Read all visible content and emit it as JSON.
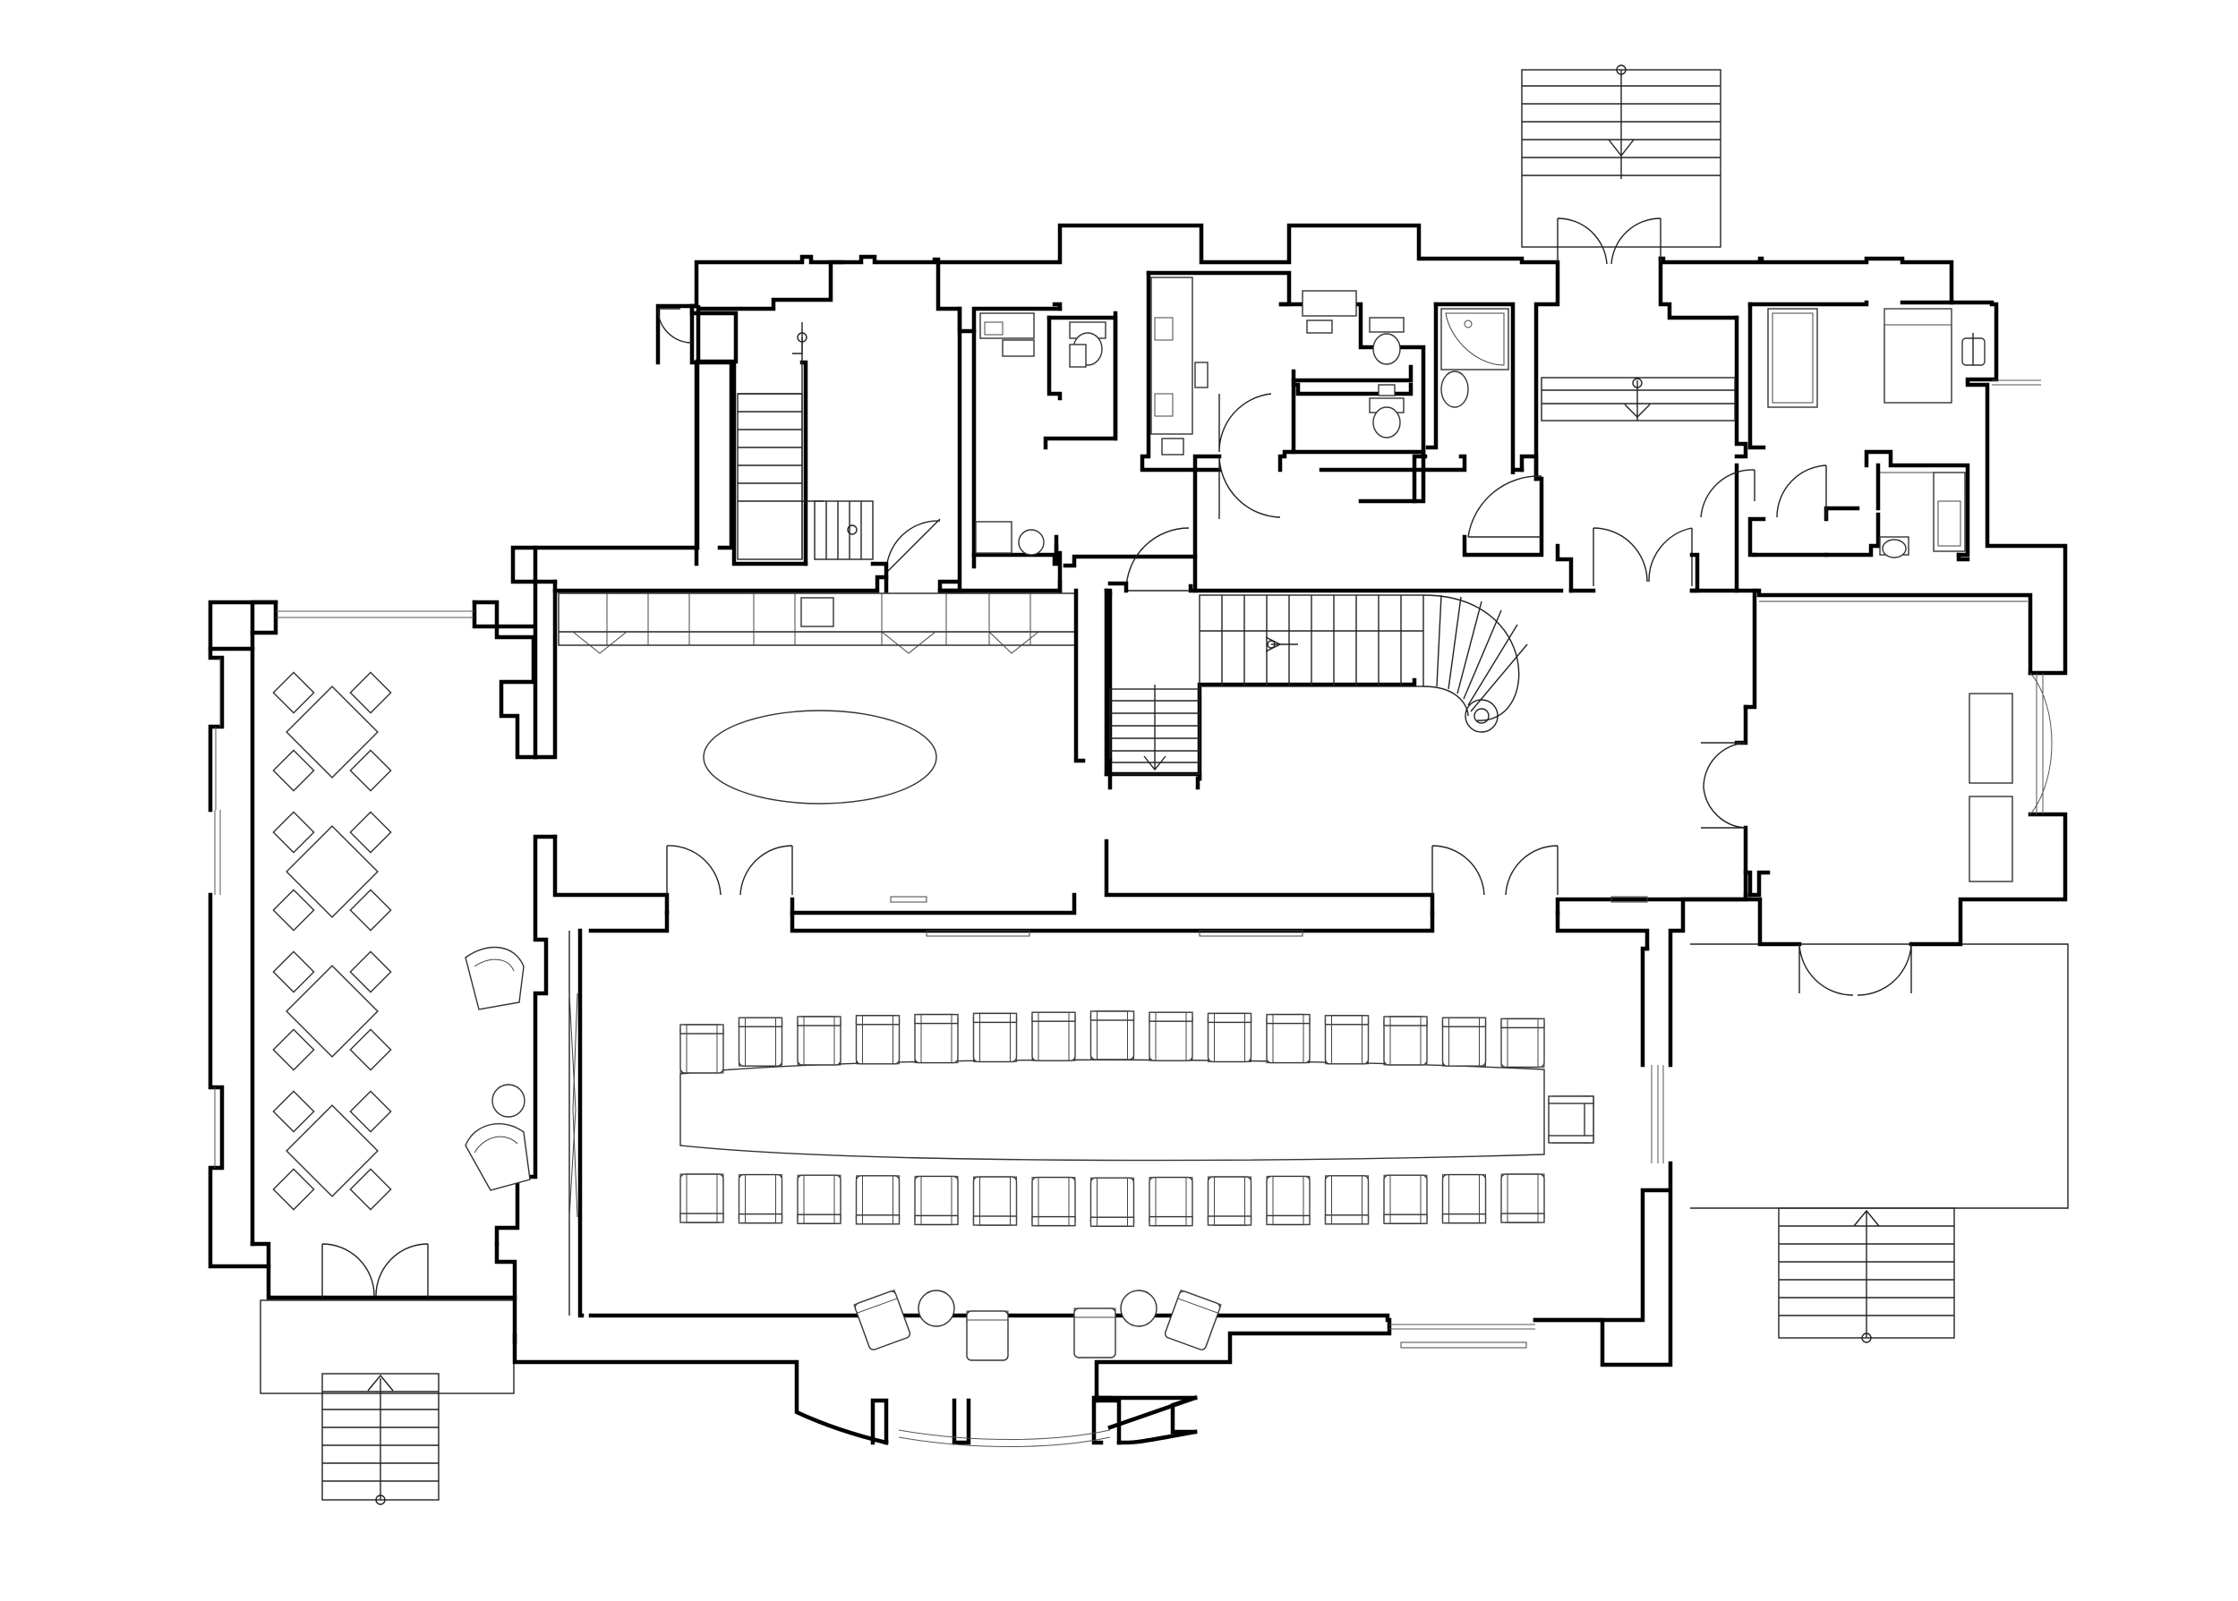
{
  "drawing": {
    "type": "floor-plan",
    "rooms": [
      {
        "id": "dining-room",
        "tables": 4,
        "chairs_per_table": 4,
        "armchairs": 2
      },
      {
        "id": "boardroom",
        "chairs_top_row": 15,
        "chairs_bottom_row": 15,
        "head_chair": 1,
        "bay_armchairs": 4,
        "side_tables": 2
      },
      {
        "id": "central-hall",
        "table_shape": "oval"
      },
      {
        "id": "main-staircase"
      },
      {
        "id": "service-staircase"
      },
      {
        "id": "office-east",
        "desks": 2
      },
      {
        "id": "bedroom-north-east",
        "beds": 1
      },
      {
        "id": "washrooms"
      }
    ],
    "external_stairs": [
      "north-entrance",
      "south-west-entrance",
      "south-east-entrance"
    ],
    "line_color": "#000000",
    "background_color": "#ffffff"
  }
}
